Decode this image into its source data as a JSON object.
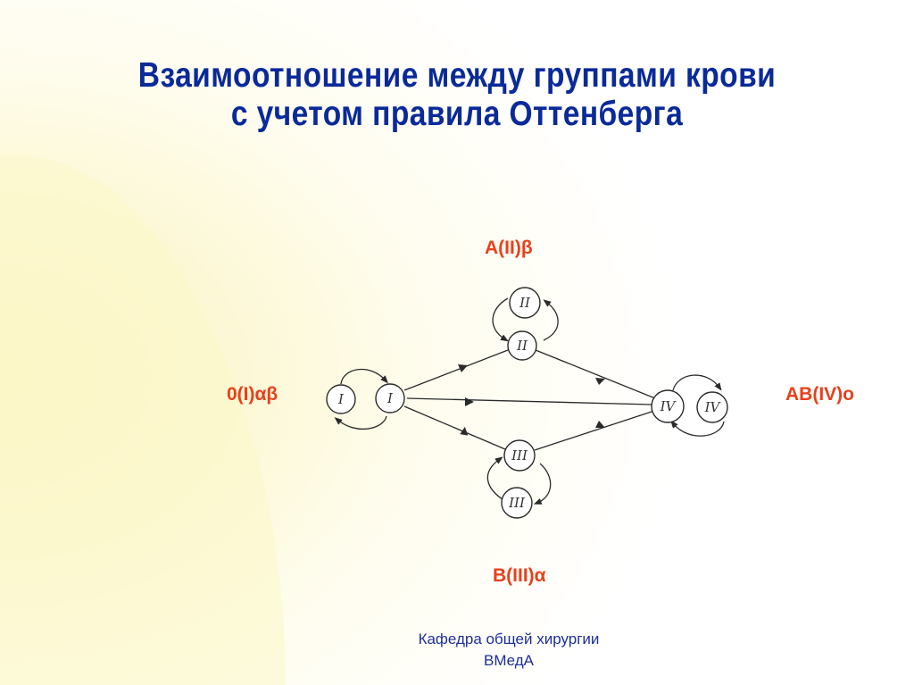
{
  "title": {
    "line1": "Взаимоотношение между группами крови",
    "line2": "с учетом  правила Оттенберга"
  },
  "groups": {
    "a": "A(II)β",
    "zero": "0(I)αβ",
    "ab": "AB(IV)o",
    "b": "B(III)α"
  },
  "nodes": {
    "i_donor": "I",
    "i_recipient": "I",
    "ii_top": "II",
    "ii_bottom": "II",
    "iii_top": "III",
    "iii_bottom": "III",
    "iv_left": "IV",
    "iv_right": "IV"
  },
  "footer": {
    "line1": "Кафедра общей хирургии",
    "line2": "ВМедА"
  },
  "colors": {
    "title": "#0a2a9a",
    "group_label": "#e8401c",
    "footer": "#1d2f9a",
    "background_glow": "#fbf6c4"
  }
}
